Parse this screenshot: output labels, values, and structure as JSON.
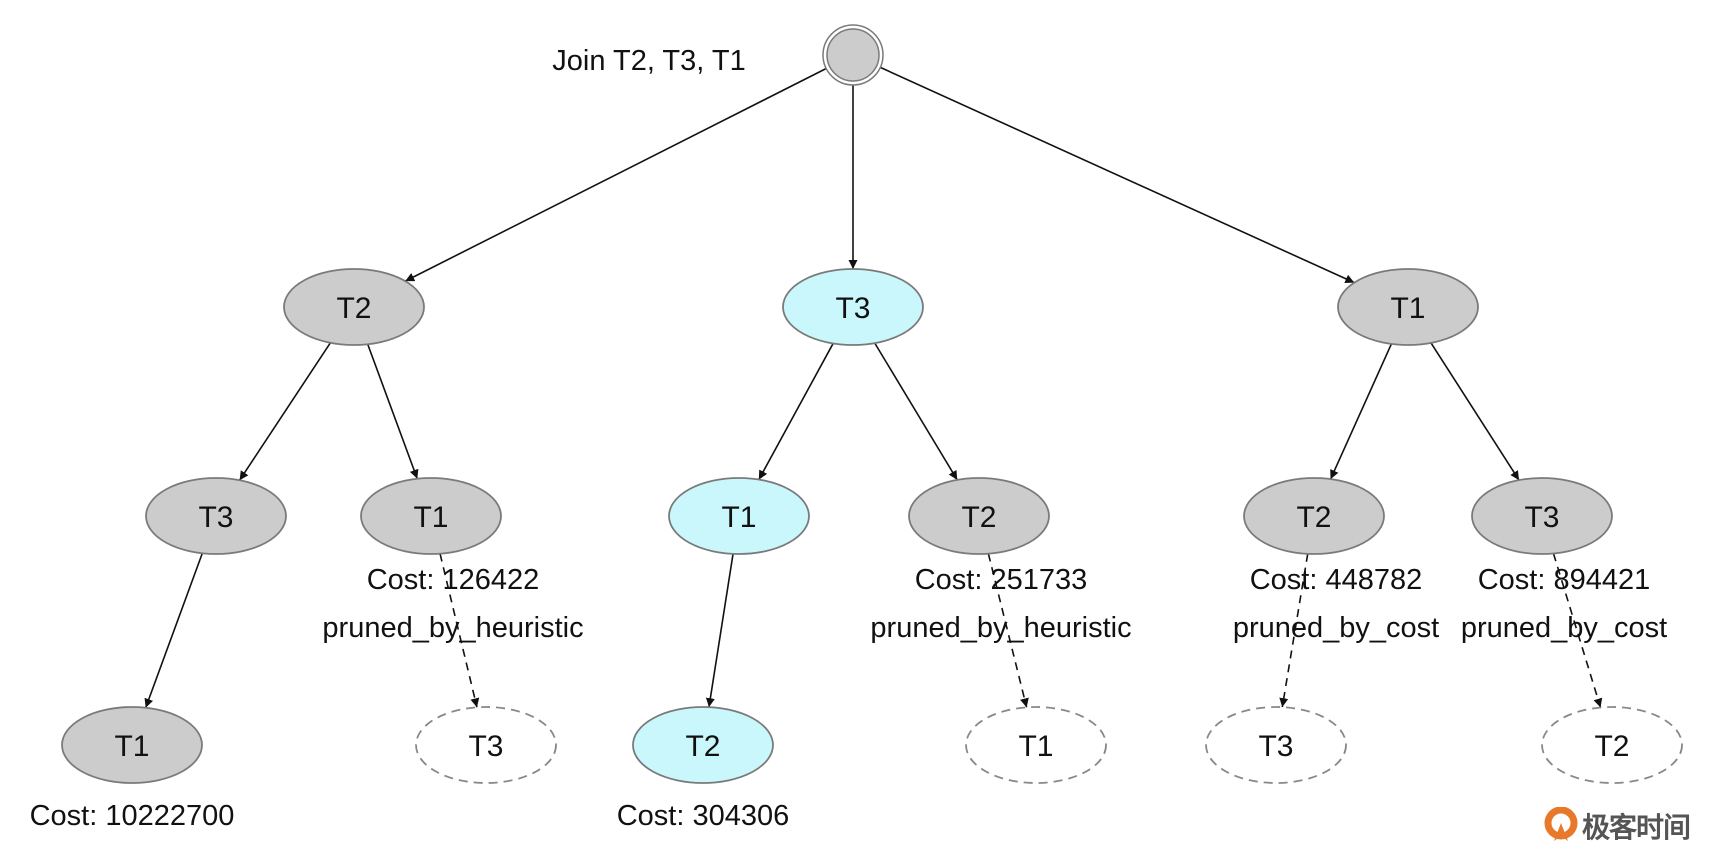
{
  "diagram": {
    "type": "tree",
    "colors": {
      "default_fill": "#cccccc",
      "chosen_fill": "#c9f7fb",
      "border": "#7a7a7a",
      "pruned_border": "#888888",
      "edge": "#111111"
    },
    "root": {
      "id": "root",
      "label": "",
      "caption": "Join T2, T3, T1"
    },
    "nodes": [
      {
        "id": "a",
        "label": "T2",
        "level": 1,
        "parent": "root",
        "style": "default"
      },
      {
        "id": "b",
        "label": "T3",
        "level": 1,
        "parent": "root",
        "style": "chosen"
      },
      {
        "id": "c",
        "label": "T1",
        "level": 1,
        "parent": "root",
        "style": "default"
      },
      {
        "id": "a1",
        "label": "T3",
        "level": 2,
        "parent": "a",
        "style": "default"
      },
      {
        "id": "a2",
        "label": "T1",
        "level": 2,
        "parent": "a",
        "style": "default",
        "cost": "Cost: 126422",
        "status": "pruned_by_heuristic"
      },
      {
        "id": "b1",
        "label": "T1",
        "level": 2,
        "parent": "b",
        "style": "chosen"
      },
      {
        "id": "b2",
        "label": "T2",
        "level": 2,
        "parent": "b",
        "style": "default",
        "cost": "Cost: 251733",
        "status": "pruned_by_heuristic"
      },
      {
        "id": "c1",
        "label": "T2",
        "level": 2,
        "parent": "c",
        "style": "default",
        "cost": "Cost: 448782",
        "status": "pruned_by_cost"
      },
      {
        "id": "c2",
        "label": "T3",
        "level": 2,
        "parent": "c",
        "style": "default",
        "cost": "Cost: 894421",
        "status": "pruned_by_cost"
      },
      {
        "id": "a1x",
        "label": "T1",
        "level": 3,
        "parent": "a1",
        "style": "default",
        "cost": "Cost: 10222700"
      },
      {
        "id": "a2x",
        "label": "T3",
        "level": 3,
        "parent": "a2",
        "style": "pruned"
      },
      {
        "id": "b1x",
        "label": "T2",
        "level": 3,
        "parent": "b1",
        "style": "chosen",
        "cost": "Cost: 304306"
      },
      {
        "id": "b2x",
        "label": "T1",
        "level": 3,
        "parent": "b2",
        "style": "pruned"
      },
      {
        "id": "c1x",
        "label": "T3",
        "level": 3,
        "parent": "c1",
        "style": "pruned"
      },
      {
        "id": "c2x",
        "label": "T2",
        "level": 3,
        "parent": "c2",
        "style": "pruned"
      }
    ]
  },
  "watermark": {
    "text": "极客时间",
    "icon": "geektime-logo-icon"
  }
}
